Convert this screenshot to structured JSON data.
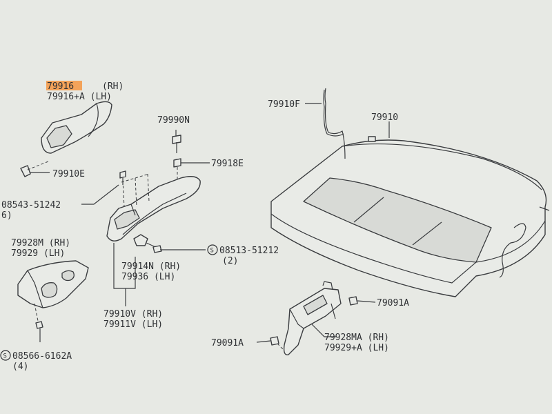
{
  "callouts": {
    "c79916_code": "79916",
    "c79916_side": "(RH)",
    "c79916a": "79916+A (LH)",
    "c79910e": "79910E",
    "c79990n": "79990N",
    "c79918e": "79918E",
    "c08543": "08543-51242",
    "c08543_qty": "6)",
    "c79928m": "79928M (RH)",
    "c79929": "79929   (LH)",
    "c08513": "08513-51212",
    "c08513_qty": "(2)",
    "c79914n": "79914N (RH)",
    "c79936": "79936   (LH)",
    "c79910v": "79910V (RH)",
    "c79911v": "79911V (LH)",
    "c08566": "08566-6162A",
    "c08566_qty": "(4)",
    "c79910f": "79910F",
    "c79910": "79910",
    "c79091a_r": "79091A",
    "c79091a_l": "79091A",
    "c79928ma": "79928MA (RH)",
    "c79929a": "79929+A (LH)",
    "screw_symbol": "S"
  },
  "colors": {
    "highlight": "#f3a35a",
    "line": "#3a3c3f",
    "paper": "#e7e9e4"
  }
}
